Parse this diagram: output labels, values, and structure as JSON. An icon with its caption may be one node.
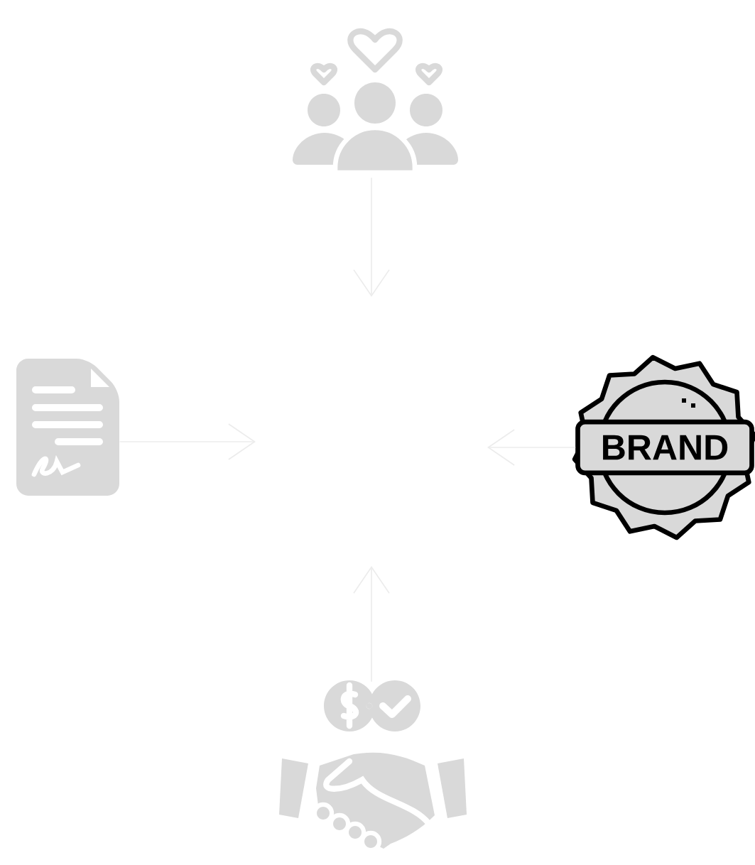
{
  "diagram": {
    "nodes": [
      {
        "text": [],
        "shape": "picture"
      },
      {
        "text": [],
        "shape": "picture"
      },
      {
        "text": [
          "BRAND"
        ]
      },
      {
        "text": [],
        "shape": "picture"
      }
    ],
    "edges": [
      {
        "from": 0,
        "to": null,
        "arrow": "to"
      },
      {
        "from": 1,
        "to": null,
        "arrow": "to"
      },
      {
        "from": 2,
        "to": null,
        "arrow": "to"
      },
      {
        "from": 3,
        "to": null,
        "arrow": "to"
      }
    ]
  }
}
